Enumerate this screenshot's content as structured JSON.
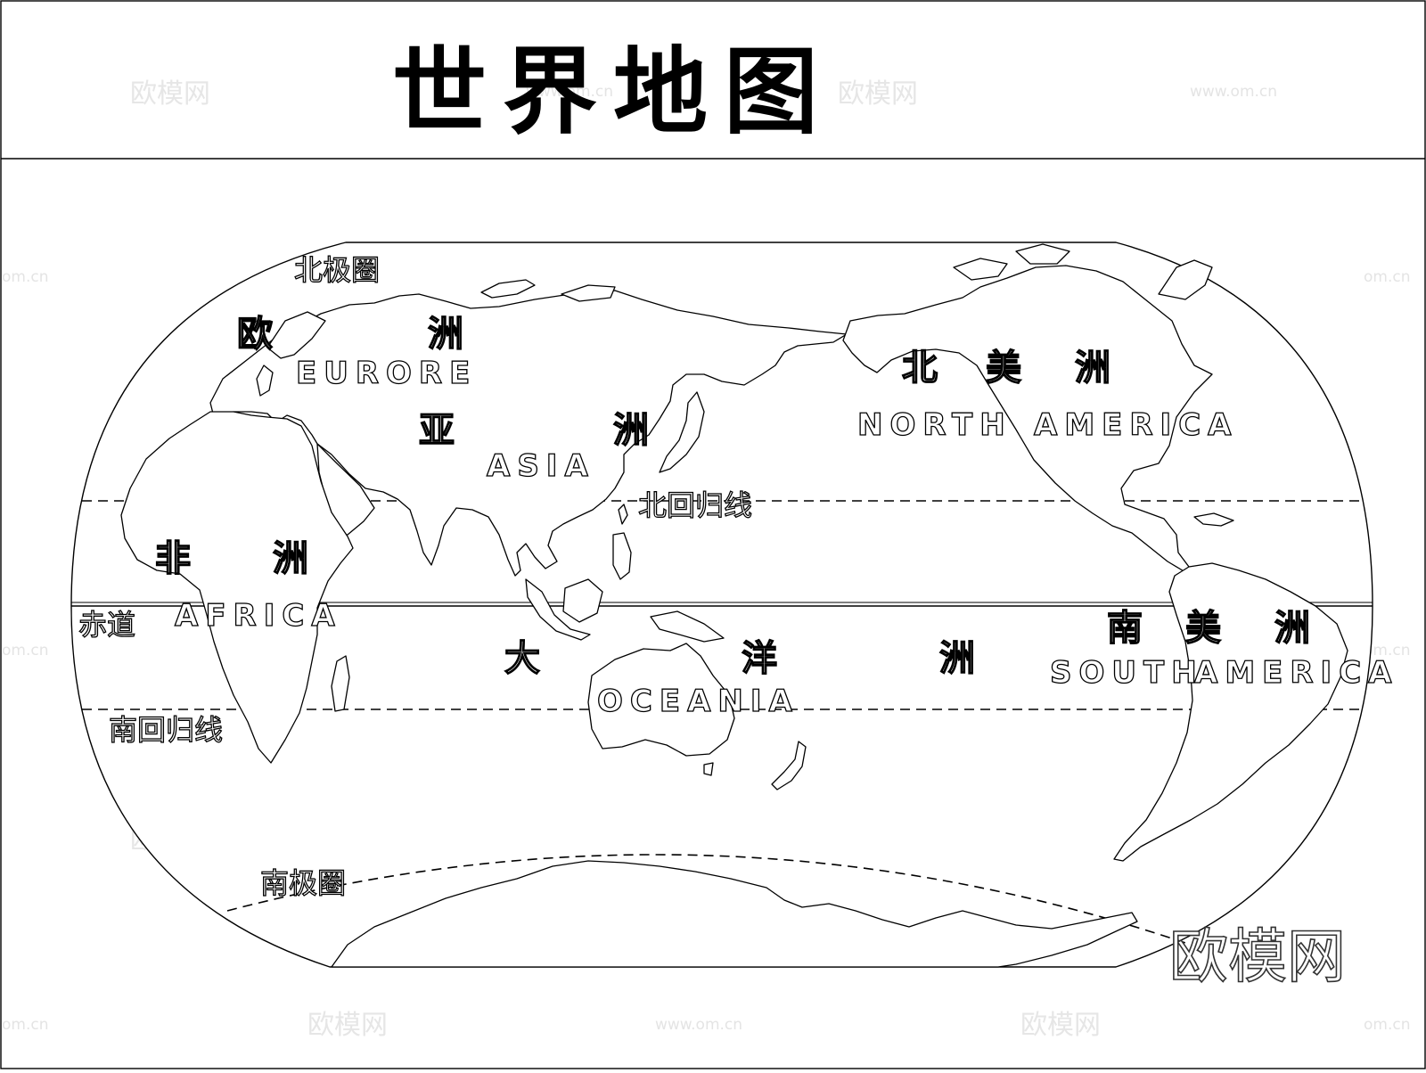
{
  "title": "世界地图",
  "lines": {
    "arctic_circle": "北极圈",
    "tropic_cancer": "北回归线",
    "equator": "赤道",
    "tropic_capricorn": "南回归线",
    "antarctic_circle": "南极圈"
  },
  "continents": {
    "europe": {
      "cn": [
        "欧",
        "洲"
      ],
      "en": "EURORE"
    },
    "asia": {
      "cn": [
        "亚",
        "洲"
      ],
      "en": "ASIA"
    },
    "africa": {
      "cn": [
        "非",
        "洲"
      ],
      "en": "AFRICA"
    },
    "oceania": {
      "cn": [
        "大",
        "洋",
        "洲"
      ],
      "en": "OCEANIA"
    },
    "north_america": {
      "cn": [
        "北",
        "美",
        "洲"
      ],
      "en": [
        "NORTH",
        "AMERICA"
      ]
    },
    "south_america": {
      "cn": [
        "南",
        "美",
        "洲"
      ],
      "en": [
        "SOUTH",
        "AMERICA"
      ]
    }
  },
  "watermark": {
    "text": "欧模网",
    "url": "www.om.cn",
    "url_short": "om.cn"
  },
  "colors": {
    "line": "#000000",
    "background": "#ffffff",
    "watermark": "#e6e6e6"
  }
}
